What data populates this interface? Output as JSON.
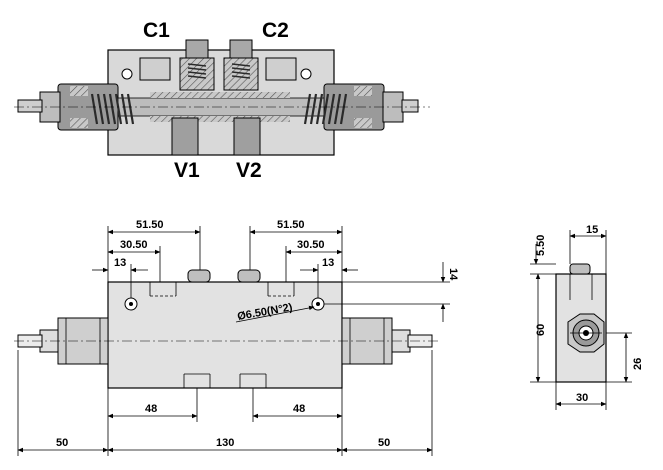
{
  "labels": {
    "c1": "C1",
    "c2": "C2",
    "v1": "V1",
    "v2": "V2"
  },
  "dimensions": {
    "left_51_50": "51.50",
    "right_51_50": "51.50",
    "left_30_50": "30.50",
    "right_30_50": "30.50",
    "left_13": "13",
    "right_13": "13",
    "top_14": "14",
    "hole_diameter": "Ø6.50(N°2)",
    "left_48": "48",
    "right_48": "48",
    "left_50": "50",
    "center_130": "130",
    "right_50": "50",
    "side_15": "15",
    "side_5_50": "5.50",
    "side_60": "60",
    "side_26": "26",
    "side_30": "30"
  },
  "colors": {
    "body_fill": "#e2e2e2",
    "body_dark": "#b5b5b5",
    "section_fill": "#d4d4d4",
    "spring": "#2a2a2a"
  }
}
